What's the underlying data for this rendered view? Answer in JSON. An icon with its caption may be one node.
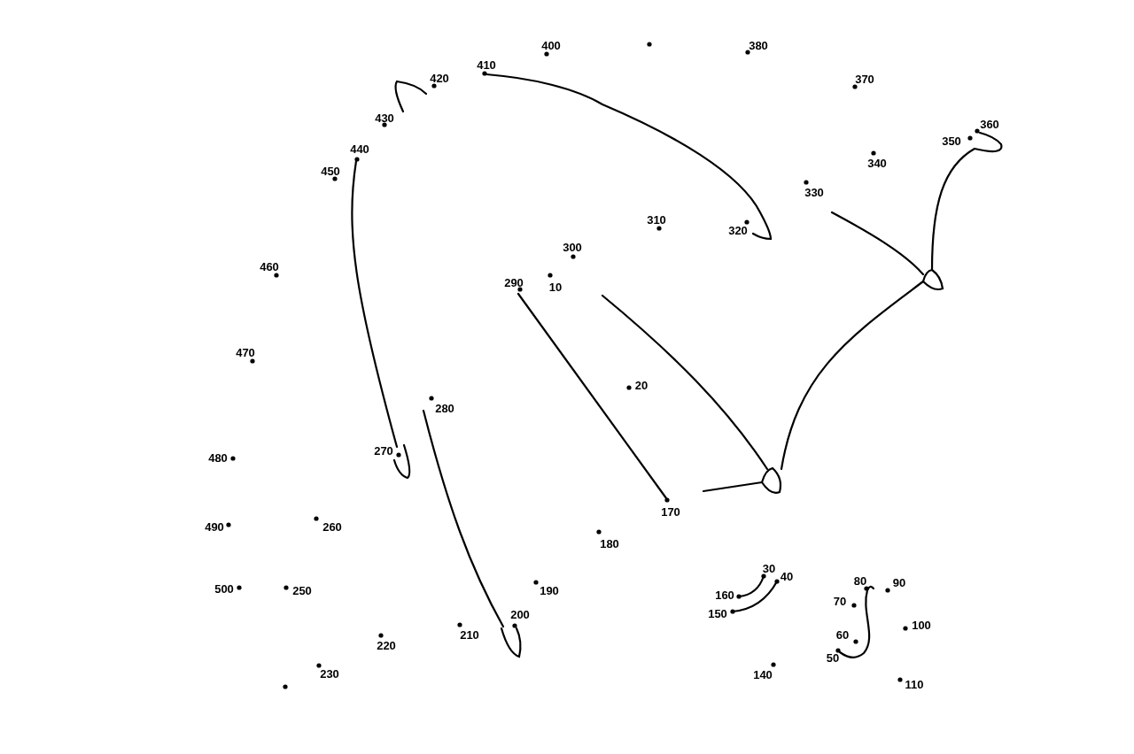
{
  "diagram": {
    "labels": [
      "400",
      "380",
      "410",
      "420",
      "370",
      "430",
      "360",
      "350",
      "440",
      "340",
      "450",
      "330",
      "310",
      "320",
      "300",
      "460",
      "290",
      "10",
      "470",
      "20",
      "280",
      "270",
      "480",
      "170",
      "490",
      "260",
      "180",
      "30",
      "40",
      "80",
      "90",
      "500",
      "250",
      "160",
      "190",
      "70",
      "200",
      "150",
      "100",
      "210",
      "60",
      "220",
      "50",
      "230",
      "140",
      "110"
    ]
  }
}
